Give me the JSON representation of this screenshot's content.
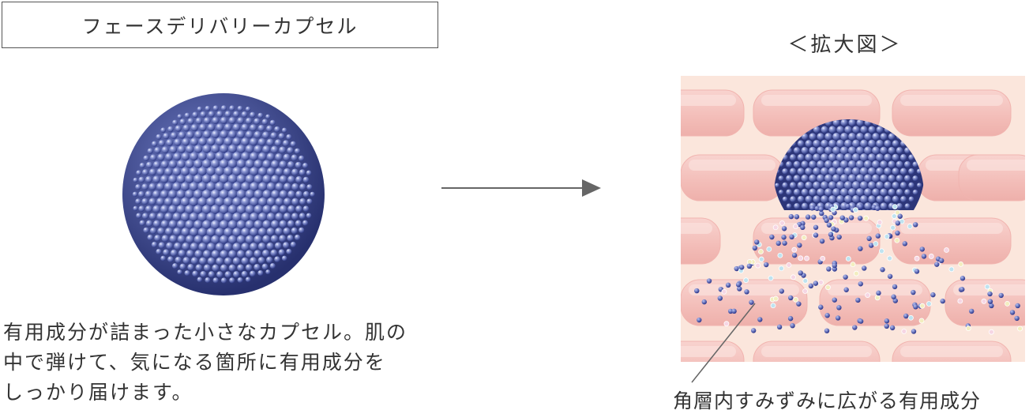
{
  "title_box": {
    "label": "フェースデリバリーカプセル"
  },
  "description": {
    "lines": [
      "有用成分が詰まった小さなカプセル。肌の",
      "中で弾けて、気になる箇所に有用成分を",
      "しっかり届けます。"
    ]
  },
  "zoom": {
    "label": "＜拡大図＞",
    "caption": "角層内すみずみに広がる有用成分"
  },
  "colors": {
    "sphere_blue": "#4e5fae",
    "sphere_highlight": "#c9d2f2",
    "skin_background": "#fbe6dc",
    "cell_pink": "#f4c3bf",
    "arrow_gray": "#666666"
  }
}
